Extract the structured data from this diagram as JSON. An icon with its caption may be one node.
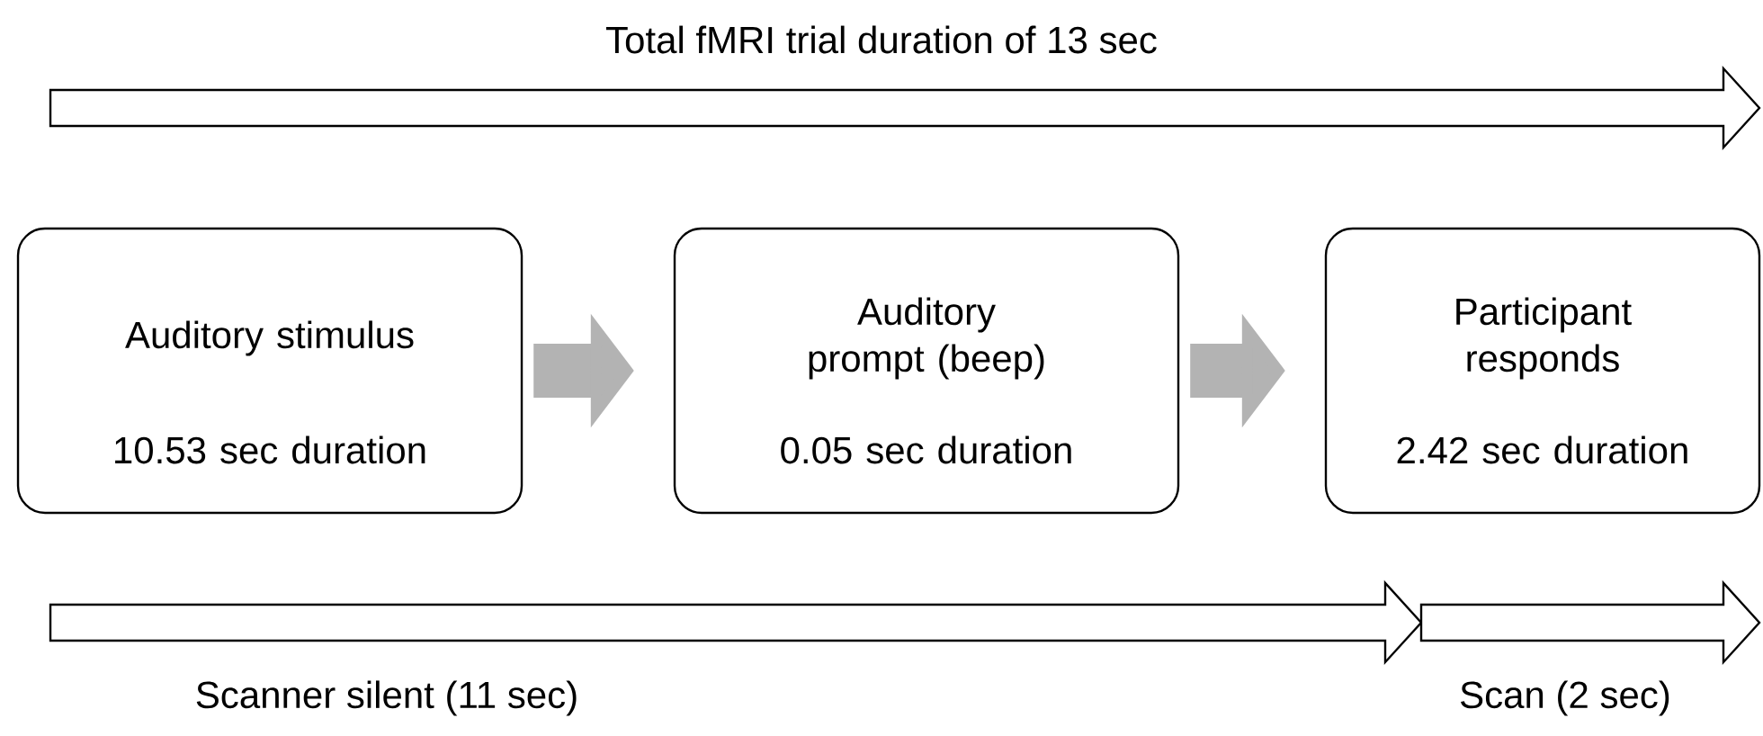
{
  "diagram": {
    "nodes": [
      {
        "text": [
          "Auditory stimulus",
          "10.53 sec duration"
        ]
      },
      {
        "text": [
          "Auditory prompt (beep)",
          "0.05 sec duration"
        ]
      },
      {
        "text": [
          "Participant responds",
          "2.42 sec duration"
        ]
      }
    ],
    "edges": [
      {
        "from": 0,
        "to": 1,
        "arrow": "to"
      },
      {
        "from": 1,
        "to": 2,
        "arrow": "to"
      }
    ],
    "labels": [
      "Total fMRI trial duration of 13 sec",
      "Scanner silent (11 sec)",
      "Scan (2 sec)"
    ]
  }
}
